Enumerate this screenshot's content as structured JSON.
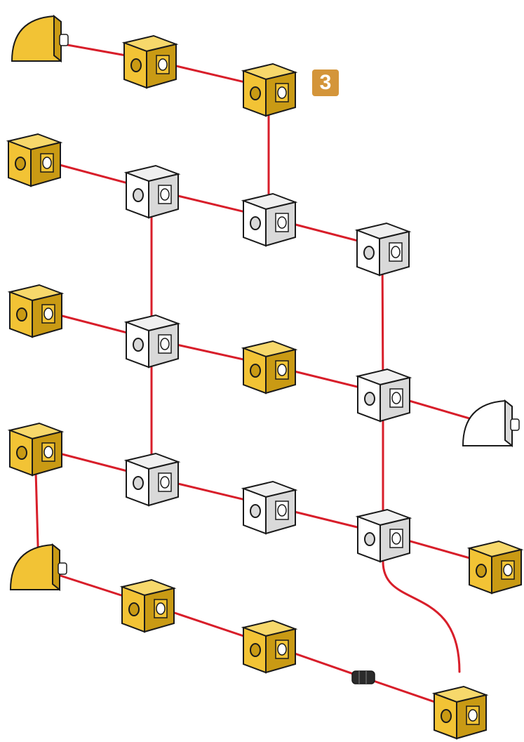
{
  "step": {
    "number": "3"
  },
  "colors": {
    "yellow_block": "#f2c335",
    "yellow_shade": "#c99a14",
    "yellow_top": "#f7d86b",
    "white_block": "#ffffff",
    "white_shade": "#d9d9d9",
    "white_top": "#f0f0f0",
    "connector_line": "#d81e2a",
    "badge": "#d4953a",
    "outline": "#1a1a1a",
    "small_part": "#2b2b2b"
  },
  "parts": [
    {
      "id": "p1",
      "kind": "quarter-round",
      "color": "yellow"
    },
    {
      "id": "p2",
      "kind": "cube",
      "color": "yellow"
    },
    {
      "id": "p3",
      "kind": "cube",
      "color": "yellow"
    },
    {
      "id": "p4",
      "kind": "cube",
      "color": "yellow"
    },
    {
      "id": "p5",
      "kind": "cube",
      "color": "white"
    },
    {
      "id": "p6",
      "kind": "cube",
      "color": "white"
    },
    {
      "id": "p7",
      "kind": "cube",
      "color": "white"
    },
    {
      "id": "p8",
      "kind": "cube",
      "color": "yellow"
    },
    {
      "id": "p9",
      "kind": "cube",
      "color": "white"
    },
    {
      "id": "p10",
      "kind": "cube",
      "color": "yellow"
    },
    {
      "id": "p11",
      "kind": "cube",
      "color": "white"
    },
    {
      "id": "p12",
      "kind": "quarter-round",
      "color": "white"
    },
    {
      "id": "p13",
      "kind": "cube",
      "color": "yellow"
    },
    {
      "id": "p14",
      "kind": "cube",
      "color": "white"
    },
    {
      "id": "p15",
      "kind": "cube",
      "color": "white"
    },
    {
      "id": "p16",
      "kind": "cube",
      "color": "white"
    },
    {
      "id": "p17",
      "kind": "cube",
      "color": "yellow"
    },
    {
      "id": "p18",
      "kind": "quarter-round",
      "color": "yellow"
    },
    {
      "id": "p19",
      "kind": "cube",
      "color": "yellow"
    },
    {
      "id": "p20",
      "kind": "cube",
      "color": "yellow"
    },
    {
      "id": "p21",
      "kind": "small-connector",
      "color": "black"
    },
    {
      "id": "p22",
      "kind": "cube",
      "color": "yellow"
    }
  ],
  "connections": [
    [
      "p1",
      "p2"
    ],
    [
      "p2",
      "p3"
    ],
    [
      "p3",
      "p6"
    ],
    [
      "p4",
      "p5"
    ],
    [
      "p5",
      "p6"
    ],
    [
      "p6",
      "p7"
    ],
    [
      "p5",
      "p9"
    ],
    [
      "p7",
      "p11"
    ],
    [
      "p8",
      "p9"
    ],
    [
      "p9",
      "p10"
    ],
    [
      "p10",
      "p11"
    ],
    [
      "p11",
      "p12"
    ],
    [
      "p9",
      "p14"
    ],
    [
      "p11",
      "p16"
    ],
    [
      "p13",
      "p14"
    ],
    [
      "p14",
      "p15"
    ],
    [
      "p15",
      "p16"
    ],
    [
      "p16",
      "p17"
    ],
    [
      "p13",
      "p18"
    ],
    [
      "p16",
      "p22"
    ],
    [
      "p18",
      "p19"
    ],
    [
      "p19",
      "p20"
    ],
    [
      "p20",
      "p21"
    ],
    [
      "p21",
      "p22"
    ]
  ]
}
